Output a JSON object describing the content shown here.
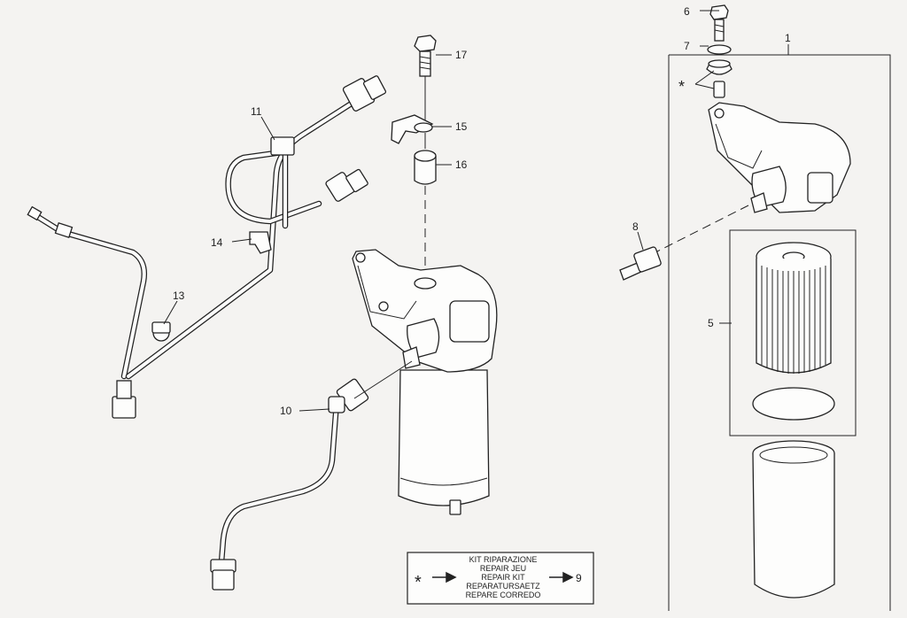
{
  "callouts": {
    "c1": "1",
    "c5": "5",
    "c6": "6",
    "c7": "7",
    "c8": "8",
    "c10": "10",
    "c11": "11",
    "c13": "13",
    "c14": "14",
    "c15": "15",
    "c16": "16",
    "c17": "17",
    "star": "*"
  },
  "kit_box": {
    "lines": [
      "KIT RIPARAZIONE",
      "REPAIR JEU",
      "REPAIR KIT",
      "REPARATURSAETZ",
      "REPARE CORREDO"
    ],
    "symbol": "*",
    "target": "9"
  },
  "colors": {
    "line": "#222222",
    "paper": "#f4f3f1"
  }
}
